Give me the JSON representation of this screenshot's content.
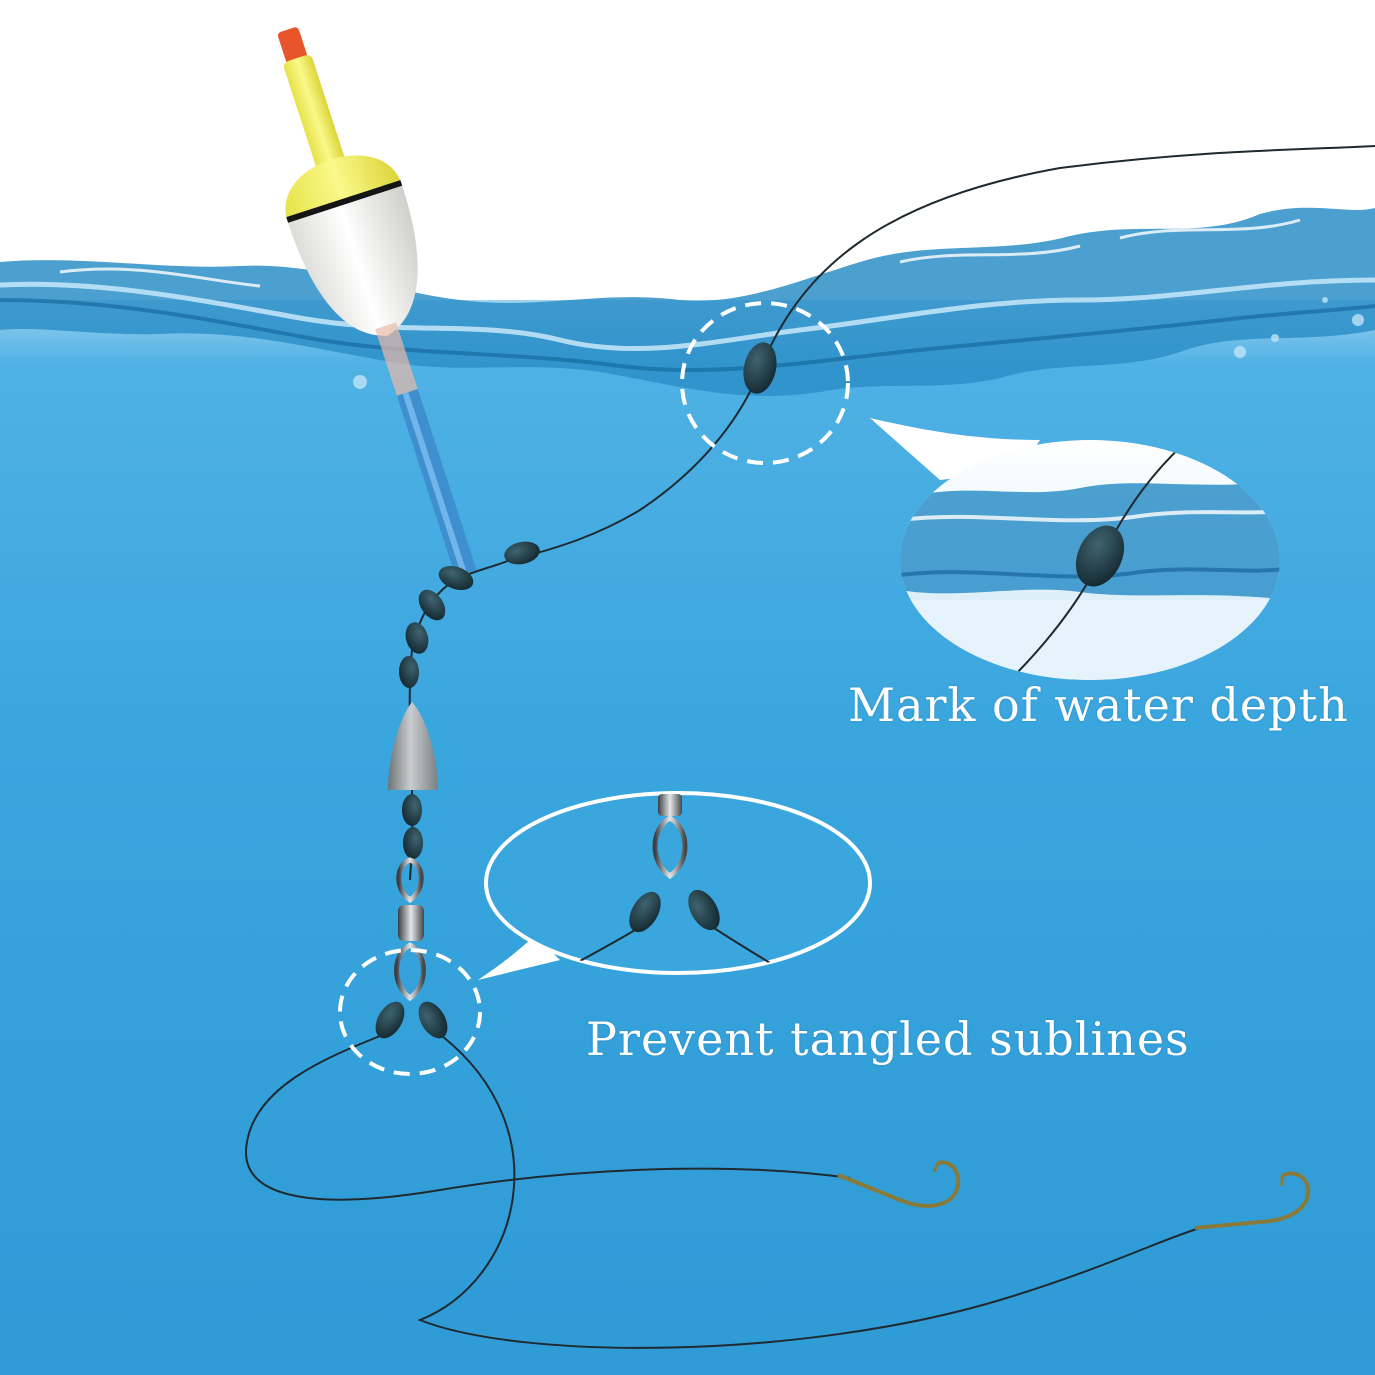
{
  "captions": {
    "water_depth": "Mark of water depth",
    "tangled_sublines": "Prevent tangled sublines"
  },
  "colors": {
    "water": "#3aa6de",
    "water_deep": "#2f9bd6",
    "sky": "#ffffff",
    "float_tip": "#e8552b",
    "float_top": "#f2ef55",
    "float_body": "#f4f4f2",
    "float_stem": "#3d8fd0",
    "bead": "#1d3a45",
    "line": "#1e2a30",
    "sinker": "#9aa0a3",
    "hook": "#8a7a3a",
    "callout": "#ffffff"
  },
  "icons": [
    "fishing-float",
    "bead",
    "sinker",
    "swivel",
    "hook"
  ]
}
